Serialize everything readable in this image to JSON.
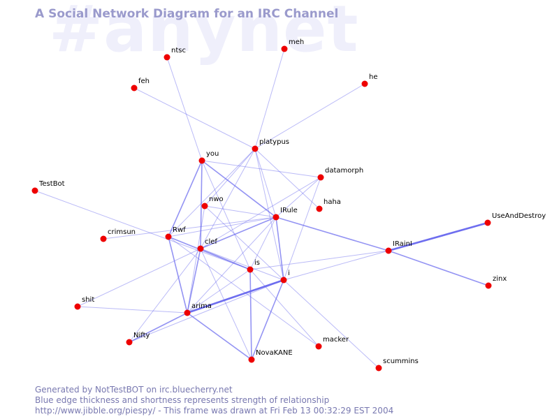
{
  "watermark": "#anynet",
  "title": "A Social Network Diagram for an IRC Channel",
  "footer": {
    "line1": "Generated by NotTestBOT on irc.bluecherry.net",
    "line2": "Blue edge thickness and shortness represents strength of relationship",
    "line3": "http://www.jibble.org/piespy/ - This frame was drawn at Fri Feb 13 00:32:29 EST 2004"
  },
  "colors": {
    "node": "#ee0000",
    "edge": "#6666ee",
    "title": "#9a9acc",
    "watermark": "#efeffb",
    "footer": "#7878b0"
  },
  "nodes": [
    {
      "id": "ntsc",
      "label": "ntsc"
    },
    {
      "id": "meh",
      "label": "meh"
    },
    {
      "id": "he",
      "label": "he"
    },
    {
      "id": "feh",
      "label": "feh"
    },
    {
      "id": "platypus",
      "label": "platypus"
    },
    {
      "id": "you",
      "label": "you"
    },
    {
      "id": "datamorph",
      "label": "datamorph"
    },
    {
      "id": "TestBot",
      "label": "TestBot"
    },
    {
      "id": "nwo",
      "label": "nwo"
    },
    {
      "id": "haha",
      "label": "haha"
    },
    {
      "id": "IRule",
      "label": "IRule"
    },
    {
      "id": "UseAndDestroy",
      "label": "UseAndDestroy"
    },
    {
      "id": "crimsun",
      "label": "crimsun"
    },
    {
      "id": "Rwf",
      "label": "Rwf"
    },
    {
      "id": "clef",
      "label": "clef"
    },
    {
      "id": "IRainI",
      "label": "IRainI"
    },
    {
      "id": "is",
      "label": "is"
    },
    {
      "id": "i",
      "label": "i"
    },
    {
      "id": "zinx",
      "label": "zinx"
    },
    {
      "id": "shit",
      "label": "shit"
    },
    {
      "id": "arima",
      "label": "arima"
    },
    {
      "id": "Nifty",
      "label": "Nifty"
    },
    {
      "id": "macker",
      "label": "macker"
    },
    {
      "id": "NovaKANE",
      "label": "NovaKANE"
    },
    {
      "id": "scummins",
      "label": "scummins"
    }
  ],
  "edges": [
    {
      "source": "ntsc",
      "target": "you",
      "weight": 1
    },
    {
      "source": "meh",
      "target": "platypus",
      "weight": 1
    },
    {
      "source": "he",
      "target": "platypus",
      "weight": 1
    },
    {
      "source": "feh",
      "target": "platypus",
      "weight": 1
    },
    {
      "source": "platypus",
      "target": "nwo",
      "weight": 1
    },
    {
      "source": "platypus",
      "target": "IRule",
      "weight": 1
    },
    {
      "source": "platypus",
      "target": "clef",
      "weight": 1
    },
    {
      "source": "platypus",
      "target": "Rwf",
      "weight": 1
    },
    {
      "source": "platypus",
      "target": "haha",
      "weight": 1
    },
    {
      "source": "platypus",
      "target": "i",
      "weight": 1
    },
    {
      "source": "you",
      "target": "datamorph",
      "weight": 1
    },
    {
      "source": "you",
      "target": "IRule",
      "weight": 2
    },
    {
      "source": "you",
      "target": "clef",
      "weight": 2
    },
    {
      "source": "you",
      "target": "Rwf",
      "weight": 2
    },
    {
      "source": "you",
      "target": "is",
      "weight": 1
    },
    {
      "source": "datamorph",
      "target": "IRule",
      "weight": 1
    },
    {
      "source": "datamorph",
      "target": "i",
      "weight": 1
    },
    {
      "source": "datamorph",
      "target": "clef",
      "weight": 1
    },
    {
      "source": "TestBot",
      "target": "is",
      "weight": 1
    },
    {
      "source": "nwo",
      "target": "IRule",
      "weight": 1
    },
    {
      "source": "nwo",
      "target": "i",
      "weight": 1
    },
    {
      "source": "nwo",
      "target": "arima",
      "weight": 1
    },
    {
      "source": "crimsun",
      "target": "IRule",
      "weight": 1
    },
    {
      "source": "IRule",
      "target": "Rwf",
      "weight": 1
    },
    {
      "source": "IRule",
      "target": "clef",
      "weight": 2
    },
    {
      "source": "IRule",
      "target": "is",
      "weight": 1
    },
    {
      "source": "IRule",
      "target": "i",
      "weight": 2
    },
    {
      "source": "IRule",
      "target": "IRainI",
      "weight": 2
    },
    {
      "source": "IRule",
      "target": "arima",
      "weight": 1
    },
    {
      "source": "IRainI",
      "target": "UseAndDestroy",
      "weight": 3
    },
    {
      "source": "IRainI",
      "target": "zinx",
      "weight": 2
    },
    {
      "source": "IRainI",
      "target": "i",
      "weight": 1
    },
    {
      "source": "IRainI",
      "target": "is",
      "weight": 1
    },
    {
      "source": "Rwf",
      "target": "is",
      "weight": 2
    },
    {
      "source": "Rwf",
      "target": "arima",
      "weight": 2
    },
    {
      "source": "Rwf",
      "target": "macker",
      "weight": 1
    },
    {
      "source": "clef",
      "target": "is",
      "weight": 1
    },
    {
      "source": "clef",
      "target": "i",
      "weight": 1
    },
    {
      "source": "clef",
      "target": "arima",
      "weight": 2
    },
    {
      "source": "clef",
      "target": "Nifty",
      "weight": 1
    },
    {
      "source": "clef",
      "target": "NovaKANE",
      "weight": 1
    },
    {
      "source": "clef",
      "target": "shit",
      "weight": 1
    },
    {
      "source": "is",
      "target": "arima",
      "weight": 1
    },
    {
      "source": "is",
      "target": "macker",
      "weight": 1
    },
    {
      "source": "is",
      "target": "NovaKANE",
      "weight": 2
    },
    {
      "source": "i",
      "target": "arima",
      "weight": 3
    },
    {
      "source": "i",
      "target": "NovaKANE",
      "weight": 2
    },
    {
      "source": "i",
      "target": "scummins",
      "weight": 1
    },
    {
      "source": "i",
      "target": "Nifty",
      "weight": 1
    },
    {
      "source": "arima",
      "target": "shit",
      "weight": 1
    },
    {
      "source": "arima",
      "target": "Nifty",
      "weight": 2
    },
    {
      "source": "arima",
      "target": "NovaKANE",
      "weight": 2
    }
  ]
}
